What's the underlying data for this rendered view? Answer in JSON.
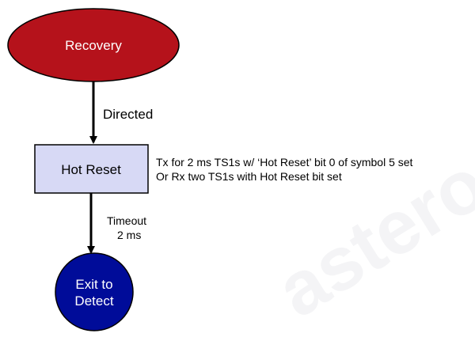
{
  "colors": {
    "recovery_fill": "#b5121b",
    "hot_reset_fill": "#d7d9f5",
    "exit_fill": "#000c99",
    "node_text_light": "#ffffff",
    "node_text_dark": "#000000",
    "arrow": "#000000"
  },
  "nodes": {
    "recovery": {
      "label": "Recovery"
    },
    "hot_reset": {
      "label": "Hot Reset"
    },
    "exit_to_detect": {
      "label_line1": "Exit to",
      "label_line2": "Detect"
    }
  },
  "edges": {
    "recovery_to_hot_reset": {
      "label": "Directed"
    },
    "hot_reset_to_exit": {
      "label_line1": "Timeout",
      "label_line2": "2 ms"
    }
  },
  "note": {
    "line1": "Tx for 2 ms TS1s w/ ‘Hot Reset’ bit 0 of symbol 5 set",
    "line2": "Or Rx two TS1s with Hot Reset bit set"
  },
  "watermark": {
    "text": "asteroc"
  }
}
